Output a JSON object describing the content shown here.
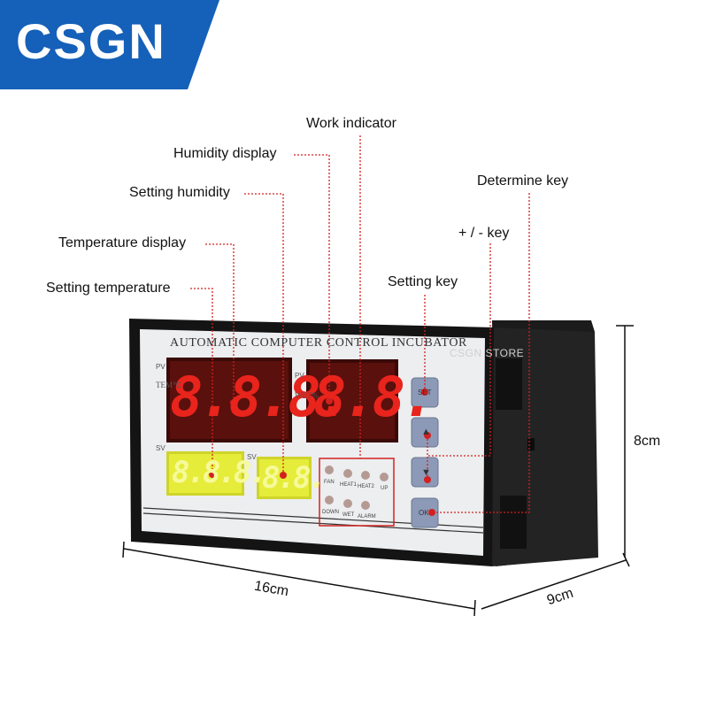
{
  "brand": {
    "name": "CSGN"
  },
  "watermark": "CSGN STORE",
  "panel": {
    "title": "AUTOMATIC COMPUTER CONTROL INCUBATOR",
    "pv_label": "PV",
    "sv_label": "SV",
    "tem_label": "TEM℃",
    "wet_label": "WET%",
    "temp_pv_display": "8.8.8.",
    "hum_pv_display": "8.8.",
    "temp_sv_display": "8.8.8.",
    "hum_sv_display": "8.8.",
    "indicators": [
      "FAN",
      "HEAT1",
      "HEAT2",
      "UP",
      "DOWN",
      "WET",
      "ALARM"
    ],
    "buttons": {
      "set": "SET",
      "up": "▲",
      "down": "▼",
      "ok": "OK"
    }
  },
  "annotations": {
    "work_indicator": "Work indicator",
    "humidity_display": "Humidity display",
    "setting_humidity": "Setting humidity",
    "temperature_display": "Temperature display",
    "setting_temperature": "Setting temperature",
    "determine_key": "Determine key",
    "plus_minus_key": "+ / - key",
    "setting_key": "Setting key"
  },
  "dimensions": {
    "width": "16cm",
    "height": "8cm",
    "depth": "9cm"
  },
  "colors": {
    "brand_blue": "#1560b8",
    "annotation_red": "#d42020",
    "led_red": "#e8241c",
    "display_yellow": "#e9ee3c",
    "panel_bg": "#eceef0"
  }
}
